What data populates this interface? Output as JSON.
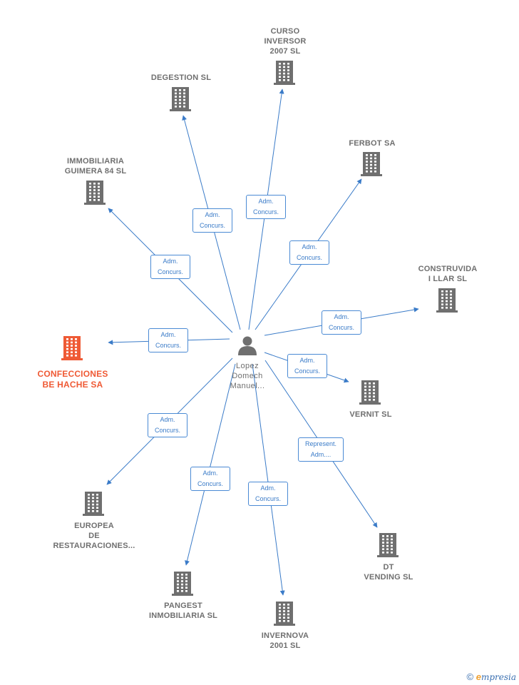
{
  "center": {
    "label": "Lopez\nDomech\nManuel..."
  },
  "companies": [
    {
      "id": "confecciones",
      "label": "CONFECCIONES\nBE HACHE SA",
      "main": true
    },
    {
      "id": "curso",
      "label": "CURSO\nINVERSOR\n2007 SL"
    },
    {
      "id": "degestion",
      "label": "DEGESTION SL"
    },
    {
      "id": "ferbot",
      "label": "FERBOT SA"
    },
    {
      "id": "immobiliaria",
      "label": "IMMOBILIARIA\nGUIMERA 84 SL"
    },
    {
      "id": "construvida",
      "label": "CONSTRUVIDA\nI LLAR SL"
    },
    {
      "id": "vernit",
      "label": "VERNIT SL"
    },
    {
      "id": "europea",
      "label": "EUROPEA\nDE\nRESTAURACIONES..."
    },
    {
      "id": "dtvending",
      "label": "DT\nVENDING SL"
    },
    {
      "id": "pangest",
      "label": "PANGEST\nINMOBILIARIA SL"
    },
    {
      "id": "invernova",
      "label": "INVERNOVA\n2001 SL"
    }
  ],
  "relations": [
    {
      "target": "confecciones",
      "label": "Adm.\nConcurs."
    },
    {
      "target": "curso",
      "label": "Adm.\nConcurs."
    },
    {
      "target": "degestion",
      "label": "Adm.\nConcurs."
    },
    {
      "target": "ferbot",
      "label": "Adm.\nConcurs."
    },
    {
      "target": "immobiliaria",
      "label": "Adm.\nConcurs."
    },
    {
      "target": "construvida",
      "label": "Adm.\nConcurs."
    },
    {
      "target": "vernit",
      "label": "Adm.\nConcurs."
    },
    {
      "target": "europea",
      "label": "Adm.\nConcurs."
    },
    {
      "target": "dtvending",
      "label": "Represent.\nAdm...."
    },
    {
      "target": "pangest",
      "label": "Adm.\nConcurs."
    },
    {
      "target": "invernova",
      "label": "Adm.\nConcurs."
    }
  ],
  "colors": {
    "edge": "#3a7bc8",
    "building": "#6f6f6f",
    "main_building": "#ef5a35",
    "person": "#6f6f6f"
  },
  "footer": {
    "copyright": "©",
    "brand_initial": "e",
    "brand_rest": "mpresia"
  }
}
